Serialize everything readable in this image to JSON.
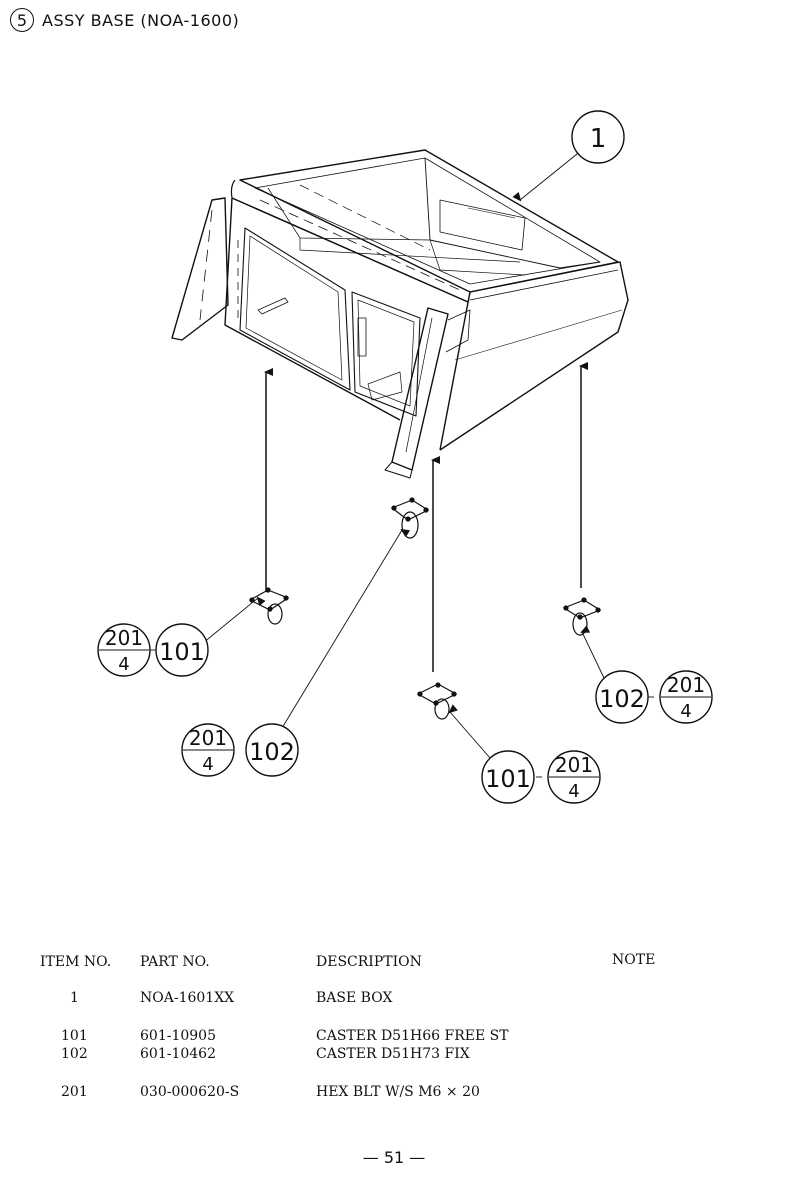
{
  "header": {
    "section_number": "5",
    "title": "ASSY BASE (NOA-1600)"
  },
  "callouts": {
    "base_box": "1",
    "caster_fix": "102",
    "caster_free": "101",
    "bolt": "201",
    "qty": "4"
  },
  "table": {
    "headers": {
      "item": "ITEM NO.",
      "part": "PART NO.",
      "description": "DESCRIPTION",
      "note": "NOTE"
    },
    "rows": [
      {
        "item": "1",
        "part": "NOA-1601XX",
        "description": "BASE BOX"
      },
      {
        "item": "101",
        "part": "601-10905",
        "description": "CASTER D51H66 FREE ST"
      },
      {
        "item": "102",
        "part": "601-10462",
        "description": "CASTER D51H73 FIX"
      },
      {
        "item": "201",
        "part": "030-000620-S",
        "description": "HEX BLT W/S M6 × 20"
      }
    ]
  },
  "footer": {
    "page_number": "— 51 —"
  }
}
